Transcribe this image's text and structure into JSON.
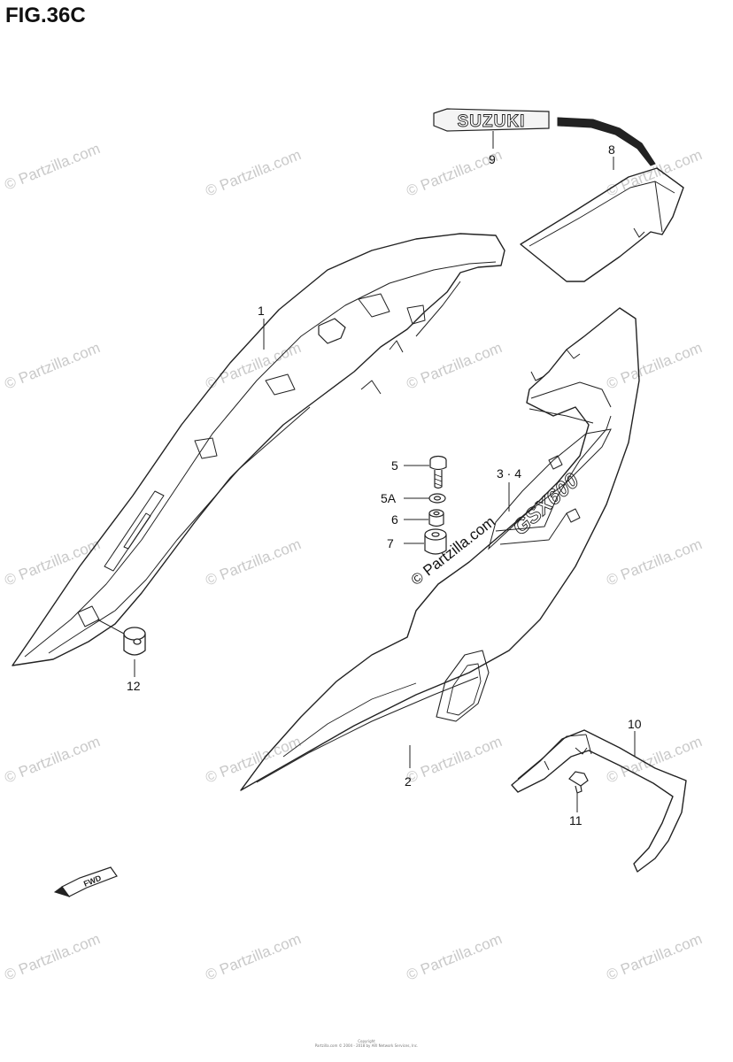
{
  "figure": {
    "title": "FIG.36C"
  },
  "callouts": [
    {
      "id": "1",
      "label": "1"
    },
    {
      "id": "2",
      "label": "2"
    },
    {
      "id": "34",
      "label": "3 · 4"
    },
    {
      "id": "5",
      "label": "5"
    },
    {
      "id": "5A",
      "label": "5A"
    },
    {
      "id": "6",
      "label": "6"
    },
    {
      "id": "7",
      "label": "7"
    },
    {
      "id": "8",
      "label": "8"
    },
    {
      "id": "9",
      "label": "9"
    },
    {
      "id": "10",
      "label": "10"
    },
    {
      "id": "11",
      "label": "11"
    },
    {
      "id": "12",
      "label": "12"
    }
  ],
  "emblem": {
    "text": "SUZUKI"
  },
  "decal": {
    "text": "GSX600"
  },
  "direction_arrow": {
    "text": "FWD"
  },
  "watermarks": {
    "text": "© Partzilla.com",
    "center_text": "© Partzilla.com"
  },
  "footer": {
    "line1": "Copyright",
    "line2": "Partzilla.com © 2004 - 2018 by ARI Network Services, Inc."
  },
  "colors": {
    "line": "#222222",
    "watermark": "#c7c7c7"
  }
}
